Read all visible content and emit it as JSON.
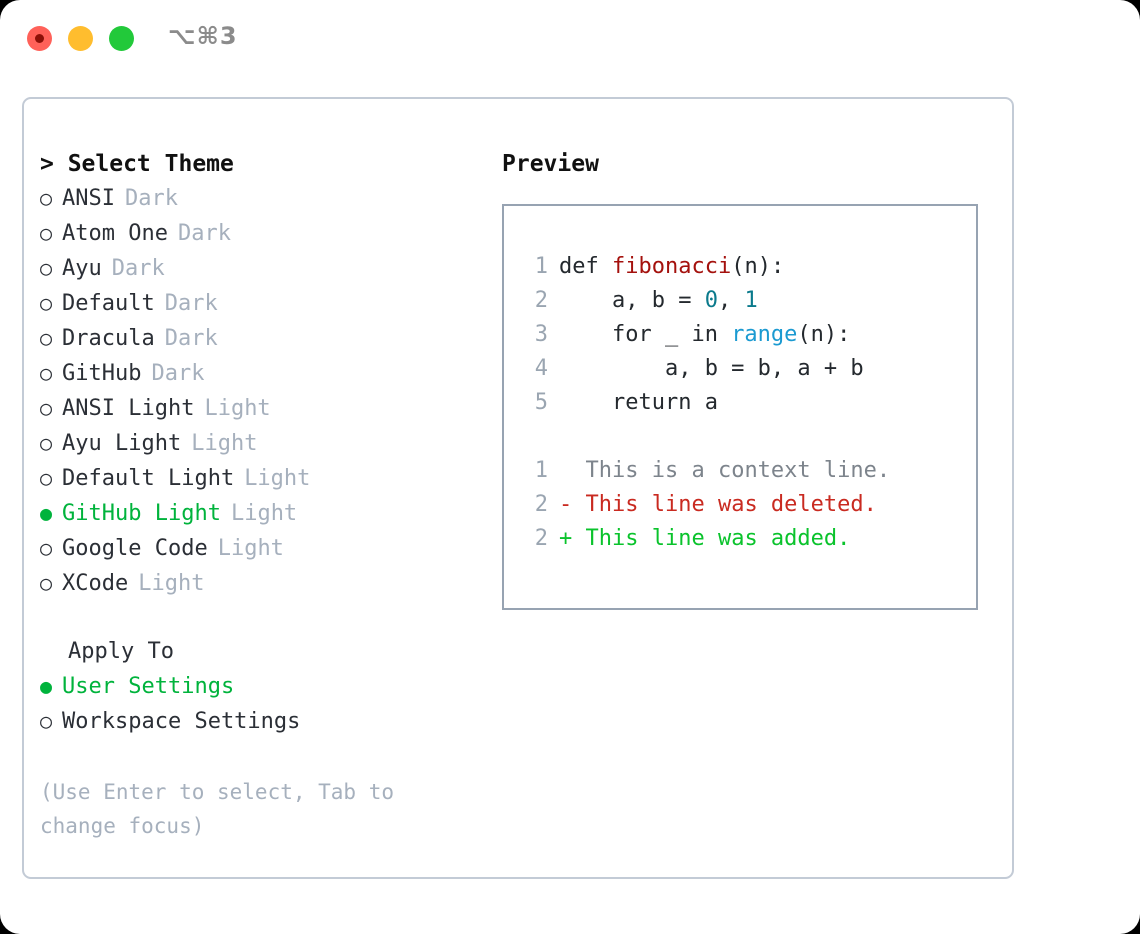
{
  "titlebar": {
    "shortcut": "⌥⌘3",
    "lights": [
      "close",
      "minimize",
      "zoom"
    ]
  },
  "left": {
    "header": "> Select Theme",
    "themes": [
      {
        "bullet": "○",
        "name": "ANSI",
        "tag": "Dark",
        "selected": false
      },
      {
        "bullet": "○",
        "name": "Atom One",
        "tag": "Dark",
        "selected": false
      },
      {
        "bullet": "○",
        "name": "Ayu",
        "tag": "Dark",
        "selected": false
      },
      {
        "bullet": "○",
        "name": "Default",
        "tag": "Dark",
        "selected": false
      },
      {
        "bullet": "○",
        "name": "Dracula",
        "tag": "Dark",
        "selected": false
      },
      {
        "bullet": "○",
        "name": "GitHub",
        "tag": "Dark",
        "selected": false
      },
      {
        "bullet": "○",
        "name": "ANSI Light",
        "tag": "Light",
        "selected": false
      },
      {
        "bullet": "○",
        "name": "Ayu Light",
        "tag": "Light",
        "selected": false
      },
      {
        "bullet": "○",
        "name": "Default Light",
        "tag": "Light",
        "selected": false
      },
      {
        "bullet": "●",
        "name": "GitHub Light",
        "tag": "Light",
        "selected": true
      },
      {
        "bullet": "○",
        "name": "Google Code",
        "tag": "Light",
        "selected": false
      },
      {
        "bullet": "○",
        "name": "XCode",
        "tag": "Light",
        "selected": false
      }
    ],
    "apply_header": "Apply To",
    "apply_options": [
      {
        "bullet": "●",
        "label": "User Settings",
        "selected": true
      },
      {
        "bullet": "○",
        "label": "Workspace Settings",
        "selected": false
      }
    ],
    "hint": "(Use Enter to select, Tab to change focus)"
  },
  "right": {
    "header": "Preview",
    "code_lines": [
      {
        "no": "1",
        "parts": [
          {
            "t": "def ",
            "c": "plain"
          },
          {
            "t": "fibonacci",
            "c": "fn"
          },
          {
            "t": "(n):",
            "c": "plain"
          }
        ]
      },
      {
        "no": "2",
        "parts": [
          {
            "t": "    a, b = ",
            "c": "plain"
          },
          {
            "t": "0",
            "c": "num"
          },
          {
            "t": ", ",
            "c": "plain"
          },
          {
            "t": "1",
            "c": "num"
          }
        ]
      },
      {
        "no": "3",
        "parts": [
          {
            "t": "    for _ in ",
            "c": "plain"
          },
          {
            "t": "range",
            "c": "kw"
          },
          {
            "t": "(n):",
            "c": "plain"
          }
        ]
      },
      {
        "no": "4",
        "parts": [
          {
            "t": "        a, b = b, a + b",
            "c": "plain"
          }
        ]
      },
      {
        "no": "5",
        "parts": [
          {
            "t": "    return a",
            "c": "plain"
          }
        ]
      }
    ],
    "diff_lines": [
      {
        "no": "1",
        "marker": "  ",
        "text": "This is a context line.",
        "kind": "ctx"
      },
      {
        "no": "2",
        "marker": "- ",
        "text": "This line was deleted.",
        "kind": "del"
      },
      {
        "no": "2",
        "marker": "+ ",
        "text": "This line was added.",
        "kind": "add"
      }
    ]
  },
  "colors": {
    "accent_green": "#00b33c",
    "diff_add": "#0ac32c",
    "diff_del": "#c92a20",
    "tag_gray": "#a6b0bd",
    "panel_border": "#c3cbd6",
    "preview_border": "#97a3b2"
  }
}
